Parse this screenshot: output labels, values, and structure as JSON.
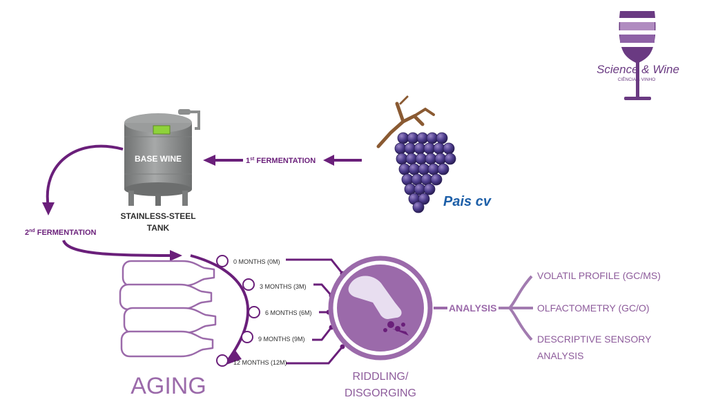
{
  "logo": {
    "brand": "Science & Wine",
    "tagline": "CIÊNCIA & VINHO"
  },
  "grape": {
    "label": "Pais cv"
  },
  "steps": {
    "first_fermentation": {
      "prefix": "1",
      "sup": "st",
      "suffix": " FERMENTATION"
    },
    "second_fermentation": {
      "prefix": "2",
      "sup": "nd",
      "suffix": " FERMENTATION"
    }
  },
  "tank": {
    "screen_label": "BASE WINE",
    "caption_line1": "STAINLESS-STEEL",
    "caption_line2": "TANK"
  },
  "aging": {
    "title": "AGING",
    "timepoints": [
      "0 MONTHS (0M)",
      "3 MONTHS (3M)",
      "6 MONTHS (6M)",
      "9 MONTHS (9M)",
      "12 MONTHS (12M)"
    ]
  },
  "riddling": {
    "line1": "RIDDLING/",
    "line2": "DISGORGING"
  },
  "analysis": {
    "label": "ANALYSIS",
    "outputs": [
      {
        "line1": "VOLATIL PROFILE (GC/MS)",
        "line2": ""
      },
      {
        "line1": "OLFACTOMETRY (GC/O)",
        "line2": ""
      },
      {
        "line1": "DESCRIPTIVE SENSORY",
        "line2": "ANALYSIS"
      }
    ]
  },
  "colors": {
    "primary_purple": "#6a1f7a",
    "light_purple": "#a27bb0",
    "circle_purple": "#9b6aaa",
    "grape_label_blue": "#1d5fa8",
    "tank_gray": "#8f9191",
    "screen_green": "#8ed23a"
  }
}
